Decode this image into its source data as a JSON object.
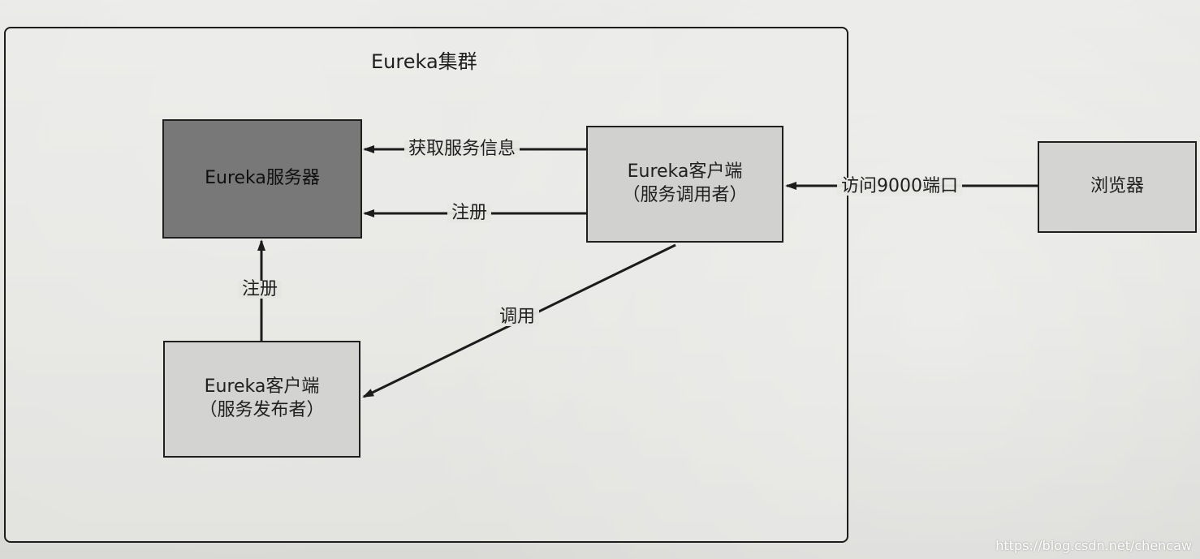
{
  "diagram": {
    "cluster_title": "Eureka集群",
    "nodes": {
      "server": {
        "lines": [
          "Eureka服务器"
        ]
      },
      "consumer": {
        "lines": [
          "Eureka客户端",
          "（服务调用者）"
        ]
      },
      "publisher": {
        "lines": [
          "Eureka客户端",
          "（服务发布者）"
        ]
      },
      "browser": {
        "lines": [
          "浏览器"
        ]
      }
    },
    "edges": {
      "fetch_service_info": "获取服务信息",
      "register_from_consumer": "注册",
      "register_from_publisher": "注册",
      "call": "调用",
      "access_port": "访问9000端口"
    },
    "watermark": "https://blog.csdn.net/chencaw",
    "colors": {
      "background": "#e6e6e3",
      "frame": "#1d1d1d",
      "server_box": "#787878",
      "client_box": "#d1d1cf",
      "browser_box": "#d4d4d2",
      "line": "#1c1c1c",
      "text": "#1f1f1f"
    }
  }
}
